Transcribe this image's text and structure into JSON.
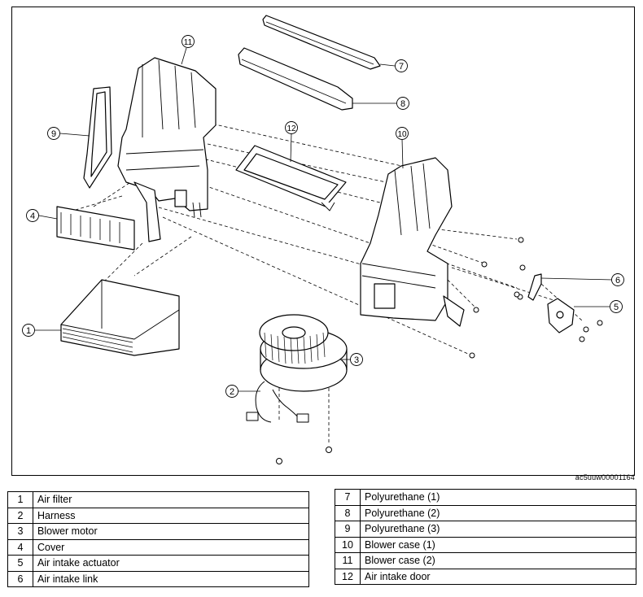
{
  "figure": {
    "code": "ac5uuw00001164",
    "callouts": [
      "1",
      "2",
      "3",
      "4",
      "5",
      "6",
      "7",
      "8",
      "9",
      "10",
      "11",
      "12"
    ]
  },
  "legend_left": [
    {
      "num": "1",
      "name": "Air filter"
    },
    {
      "num": "2",
      "name": "Harness"
    },
    {
      "num": "3",
      "name": "Blower motor"
    },
    {
      "num": "4",
      "name": "Cover"
    },
    {
      "num": "5",
      "name": "Air intake actuator"
    },
    {
      "num": "6",
      "name": "Air intake link"
    }
  ],
  "legend_right": [
    {
      "num": "7",
      "name": "Polyurethane (1)"
    },
    {
      "num": "8",
      "name": "Polyurethane (2)"
    },
    {
      "num": "9",
      "name": "Polyurethane (3)"
    },
    {
      "num": "10",
      "name": "Blower case (1)"
    },
    {
      "num": "11",
      "name": "Blower case (2)"
    },
    {
      "num": "12",
      "name": "Air intake door"
    }
  ]
}
